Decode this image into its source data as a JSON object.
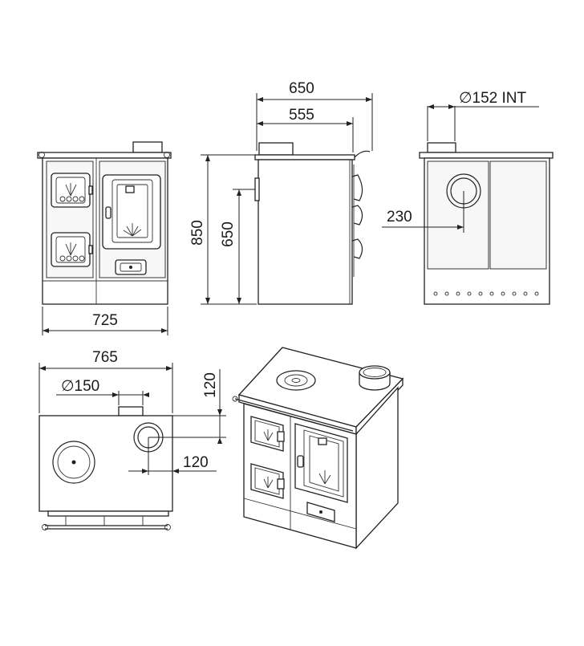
{
  "views": {
    "front": {
      "width_label": "725"
    },
    "side": {
      "depth_total_label": "650",
      "depth_body_label": "555",
      "height_total_label": "850",
      "flue_height_label": "650"
    },
    "rear": {
      "flue_diameter_label": "∅152 INT",
      "flue_offset_label": "230"
    },
    "top": {
      "width_label": "765",
      "flue_diameter_label": "∅150",
      "flue_offset_depth_label": "120",
      "flue_offset_side_label": "120"
    }
  },
  "colors": {
    "line": "#222222",
    "panel_fill": "#f7f7f7",
    "background": "#ffffff"
  }
}
